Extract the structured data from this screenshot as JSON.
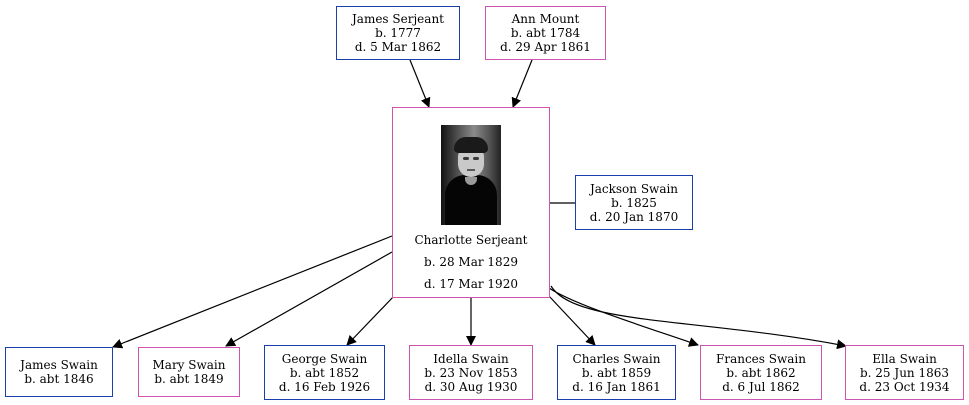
{
  "colors": {
    "male_border": "#1a3fa8",
    "female_border": "#cc55b2",
    "edge": "#000000"
  },
  "parents": [
    {
      "id": "james_serjeant",
      "sex": "male",
      "lines": [
        "James Serjeant",
        "b. 1777",
        "d. 5 Mar 1862"
      ]
    },
    {
      "id": "ann_mount",
      "sex": "female",
      "lines": [
        "Ann Mount",
        "b. abt 1784",
        "d. 29 Apr 1861"
      ]
    }
  ],
  "focus": {
    "id": "charlotte_serjeant",
    "sex": "female",
    "photo": "portrait-photo",
    "lines": [
      "Charlotte Serjeant",
      "b. 28 Mar 1829",
      "d. 17 Mar 1920"
    ]
  },
  "spouse": {
    "id": "jackson_swain",
    "sex": "male",
    "lines": [
      "Jackson Swain",
      "b. 1825",
      "d. 20 Jan 1870"
    ]
  },
  "children": [
    {
      "id": "james_swain",
      "sex": "male",
      "lines": [
        "James Swain",
        "b. abt 1846"
      ]
    },
    {
      "id": "mary_swain",
      "sex": "female",
      "lines": [
        "Mary Swain",
        "b. abt 1849"
      ]
    },
    {
      "id": "george_swain",
      "sex": "male",
      "lines": [
        "George Swain",
        "b. abt 1852",
        "d. 16 Feb 1926"
      ]
    },
    {
      "id": "idella_swain",
      "sex": "female",
      "lines": [
        "Idella Swain",
        "b. 23 Nov 1853",
        "d. 30 Aug 1930"
      ]
    },
    {
      "id": "charles_swain",
      "sex": "male",
      "lines": [
        "Charles Swain",
        "b. abt 1859",
        "d. 16 Jan 1861"
      ]
    },
    {
      "id": "frances_swain",
      "sex": "female",
      "lines": [
        "Frances Swain",
        "b. abt 1862",
        "d. 6 Jul 1862"
      ]
    },
    {
      "id": "ella_swain",
      "sex": "female",
      "lines": [
        "Ella Swain",
        "b. 25 Jun 1863",
        "d. 23 Oct 1934"
      ]
    }
  ]
}
